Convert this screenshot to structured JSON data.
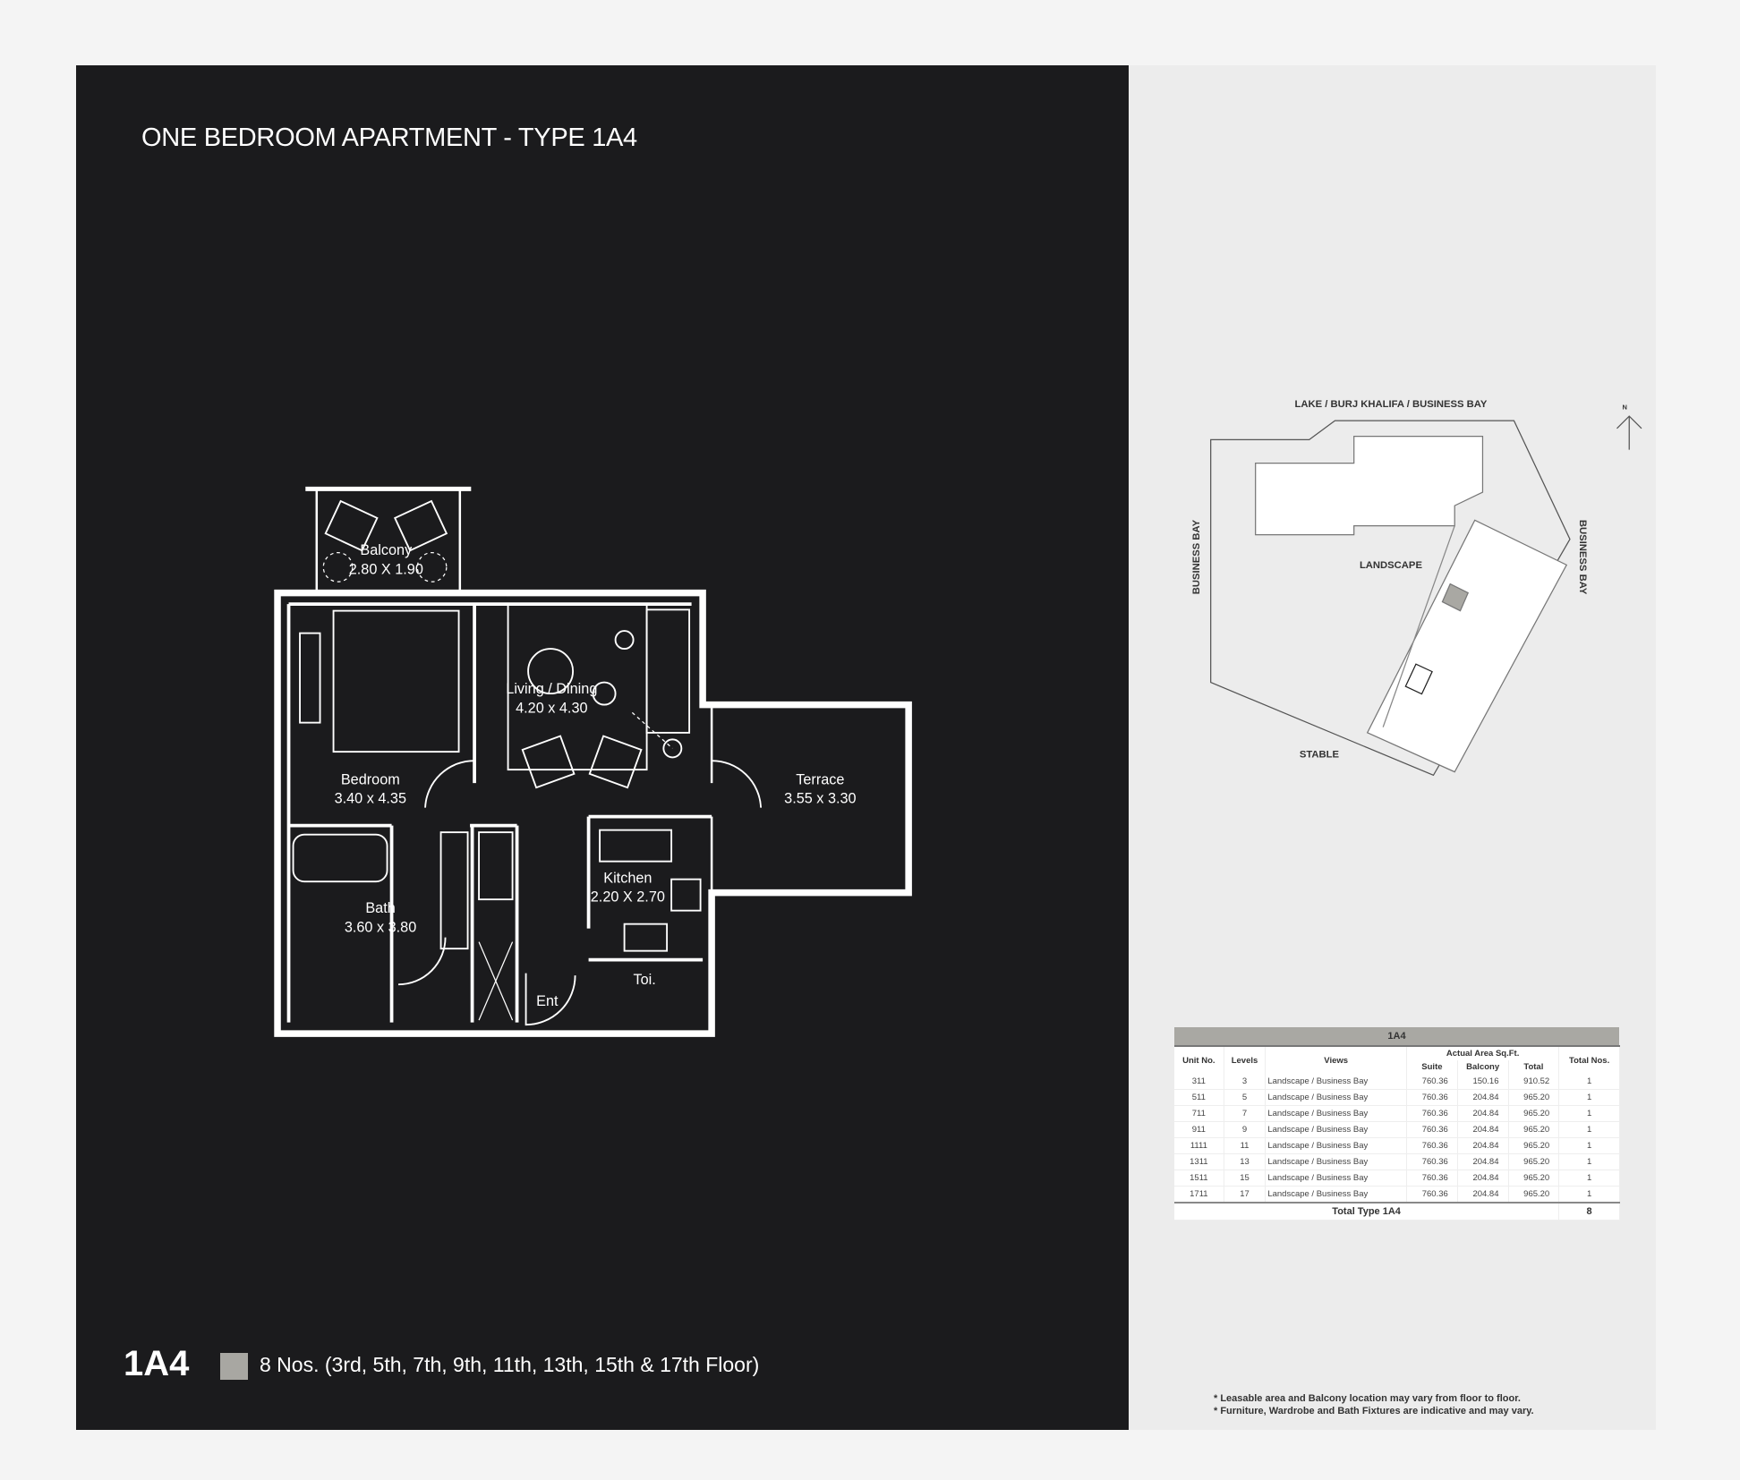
{
  "title": "ONE BEDROOM APARTMENT - TYPE 1A4",
  "floorplan": {
    "balcony": {
      "name": "Balcony",
      "dim": "2.80 X 1.90"
    },
    "bedroom": {
      "name": "Bedroom",
      "dim": "3.40 x 4.35"
    },
    "living": {
      "name": "Living / Dining",
      "dim": "4.20 x 4.30"
    },
    "terrace": {
      "name": "Terrace",
      "dim": "3.55 x 3.30"
    },
    "kitchen": {
      "name": "Kitchen",
      "dim": "2.20 X 2.70"
    },
    "bath": {
      "name": "Bath",
      "dim": "3.60 x 3.80"
    },
    "toilet": "Toi.",
    "entry": "Ent"
  },
  "footer": {
    "code": "1A4",
    "swatch_color": "#a8a7a2",
    "units": "8 Nos. (3rd, 5th, 7th, 9th, 11th, 13th, 15th & 17th Floor)"
  },
  "site": {
    "north": "LAKE / BURJ KHALIFA / BUSINESS BAY",
    "west": "BUSINESS BAY",
    "east": "BUSINESS BAY",
    "south": "STABLE",
    "center": "LANDSCAPE",
    "compass": "N"
  },
  "table": {
    "title": "1A4",
    "headers": {
      "unit": "Unit No.",
      "levels": "Levels",
      "views": "Views",
      "area": "Actual Area Sq.Ft.",
      "suite": "Suite",
      "balcony": "Balcony",
      "total": "Total",
      "total_nos": "Total Nos."
    },
    "rows": [
      {
        "unit": "311",
        "level": "3",
        "view": "Landscape / Business Bay",
        "suite": "760.36",
        "balcony": "150.16",
        "total": "910.52",
        "nos": "1"
      },
      {
        "unit": "511",
        "level": "5",
        "view": "Landscape / Business Bay",
        "suite": "760.36",
        "balcony": "204.84",
        "total": "965.20",
        "nos": "1"
      },
      {
        "unit": "711",
        "level": "7",
        "view": "Landscape / Business Bay",
        "suite": "760.36",
        "balcony": "204.84",
        "total": "965.20",
        "nos": "1"
      },
      {
        "unit": "911",
        "level": "9",
        "view": "Landscape / Business Bay",
        "suite": "760.36",
        "balcony": "204.84",
        "total": "965.20",
        "nos": "1"
      },
      {
        "unit": "1111",
        "level": "11",
        "view": "Landscape / Business Bay",
        "suite": "760.36",
        "balcony": "204.84",
        "total": "965.20",
        "nos": "1"
      },
      {
        "unit": "1311",
        "level": "13",
        "view": "Landscape / Business Bay",
        "suite": "760.36",
        "balcony": "204.84",
        "total": "965.20",
        "nos": "1"
      },
      {
        "unit": "1511",
        "level": "15",
        "view": "Landscape / Business Bay",
        "suite": "760.36",
        "balcony": "204.84",
        "total": "965.20",
        "nos": "1"
      },
      {
        "unit": "1711",
        "level": "17",
        "view": "Landscape / Business Bay",
        "suite": "760.36",
        "balcony": "204.84",
        "total": "965.20",
        "nos": "1"
      }
    ],
    "total_label": "Total Type 1A4",
    "total_value": "8"
  },
  "notes": [
    "* Leasable area and Balcony location may vary from floor to floor.",
    "* Furniture, Wardrobe and Bath Fixtures are indicative and may vary."
  ]
}
